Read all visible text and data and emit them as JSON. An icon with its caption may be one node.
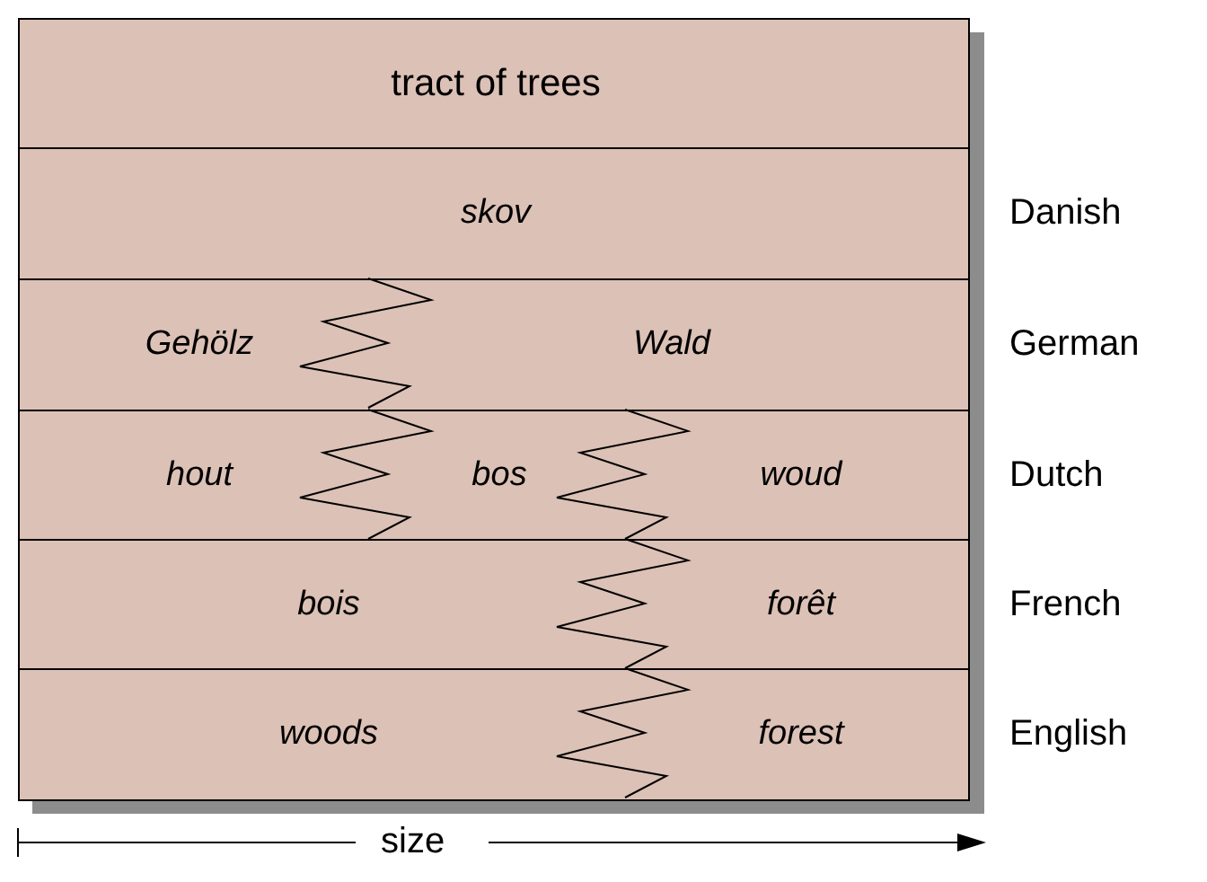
{
  "diagram": {
    "nodes": [
      {
        "text": [
          "tract of trees"
        ]
      },
      {
        "text": [
          "skov"
        ],
        "beside": [
          "Danish"
        ]
      },
      {
        "text": [
          "Gehölz",
          "Wald"
        ],
        "beside": [
          "German"
        ]
      },
      {
        "text": [
          "hout",
          "bos",
          "woud"
        ],
        "beside": [
          "Dutch"
        ]
      },
      {
        "text": [
          "bois",
          "forêt"
        ],
        "beside": [
          "French"
        ]
      },
      {
        "text": [
          "woods",
          "forest"
        ],
        "beside": [
          "English"
        ]
      }
    ],
    "edges": [],
    "labels": [
      "size"
    ]
  }
}
